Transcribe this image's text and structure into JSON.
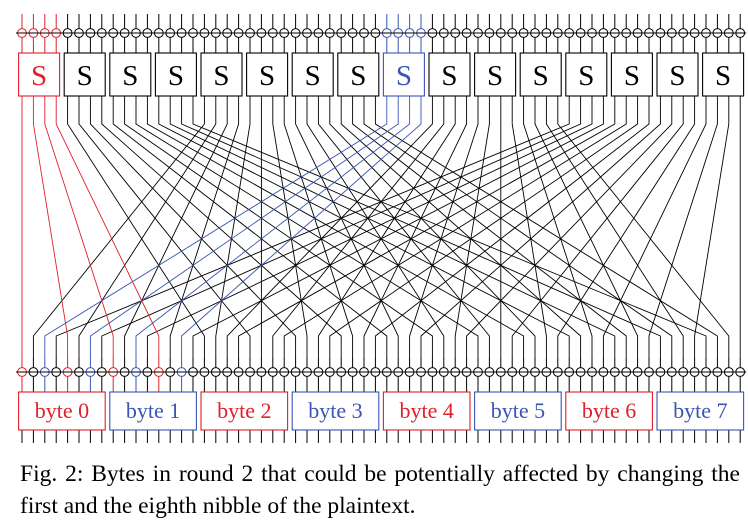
{
  "diagram": {
    "sbox_label": "S",
    "sbox_count": 16,
    "byte_labels": [
      "byte 0",
      "byte 1",
      "byte 2",
      "byte 3",
      "byte 4",
      "byte 5",
      "byte 6",
      "byte 7"
    ],
    "highlighted_sboxes": [
      {
        "index": 0,
        "color": "#e0202a"
      },
      {
        "index": 8,
        "color": "#3a55b4"
      }
    ],
    "byte_colors": [
      "#e0202a",
      "#3a55b4",
      "#e0202a",
      "#3a55b4",
      "#e0202a",
      "#3a55b4",
      "#e0202a",
      "#3a55b4"
    ],
    "default_color": "#000000"
  },
  "caption": {
    "text": "Fig. 2: Bytes in round 2 that could be potentially affected by changing the first and the eighth nibble of the plaintext."
  }
}
